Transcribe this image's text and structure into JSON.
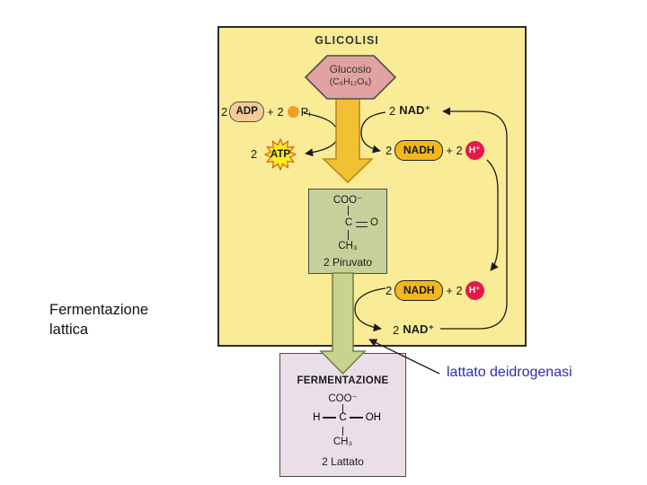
{
  "side_label": {
    "line1": "Fermentazione",
    "line2": "lattica"
  },
  "glicolisi": {
    "title": "GLICOLISI",
    "glucose": {
      "name": "Glucosio",
      "formula": "(C₆H₁₂O₆)"
    },
    "adp_row": {
      "coeff": "2",
      "adp": "ADP",
      "plus": "+ 2",
      "pi": "Pᵢ"
    },
    "atp_row": {
      "coeff": "2",
      "atp": "ATP"
    },
    "nad_in": {
      "coeff": "2",
      "nad": "NAD⁺"
    },
    "nadh_out": {
      "coeff": "2",
      "nadh": "NADH",
      "plus": "+ 2",
      "proton": "H⁺"
    }
  },
  "piruvato": {
    "coo": "COO⁻",
    "c": "C",
    "o": "O",
    "ch3": "CH₃",
    "caption": "2 Piruvato"
  },
  "ciclo_nadh": {
    "nadh_in": {
      "coeff": "2",
      "nadh": "NADH",
      "plus": "+ 2",
      "proton": "H⁺"
    },
    "nad_out": {
      "coeff": "2",
      "nad": "NAD⁺"
    }
  },
  "fermentazione": {
    "title": "FERMENTAZIONE",
    "coo": "COO⁻",
    "h": "H",
    "c": "C",
    "oh": "OH",
    "ch3": "CH₃",
    "caption": "2 Lattato"
  },
  "enzyme_label": "lattato deidrogenasi",
  "colors": {
    "glycolysis_panel": "#FAEC96",
    "glucose_hexagon": "#E3A2A2",
    "glycolysis_arrow": "#F1C134",
    "pyruvate_panel": "#C6D09B",
    "fermentation_arrow": "#C9D38F",
    "fermentation_panel": "#EADFE9",
    "adp_pill": "#F4CA97",
    "phosphate_dot": "#EF9E2C",
    "atp_burst": "#FBEB25",
    "nadh_pill": "#F3B71C",
    "proton_circle": "#E7174A",
    "enzyme_text": "#2E2EA8"
  }
}
